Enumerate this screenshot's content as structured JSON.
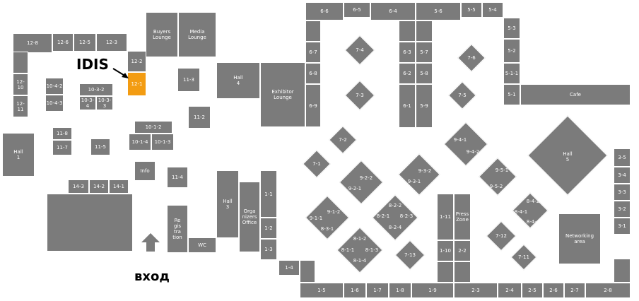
{
  "marker": {
    "label": "IDIS"
  },
  "entrance": {
    "label": "вход"
  },
  "halls": {
    "hall1": "Hall\n1",
    "hall3": "Hall\n3",
    "hall4": "Hall\n4",
    "hall5": "Hall\n5",
    "buyers": "Buyers\nLounge",
    "media": "Media\nLounge",
    "exhibitor": "Exhibitor\nLounge",
    "cafe": "Cafe",
    "info": "Info",
    "registration": "Re\ngis\ntra\ntion",
    "wc": "WC",
    "organizers": "Orga\nnizers\nOffice",
    "press": "Press\nZone",
    "networking": "Networking\narea"
  },
  "booths": {
    "b12_8": "12-8",
    "b12_6": "12-6",
    "b12_5": "12-5",
    "b12_3": "12-3",
    "b12_2": "12-2",
    "b12_1": "12-1",
    "b12_10": "12-10",
    "b12_11": "12-11",
    "b10_4_2": "10-4-2",
    "b10_4_3": "10-4-3",
    "b10_3_2": "10-3-2",
    "b10_3_4": "10-3-4",
    "b10_3_3": "10-3-3",
    "b11_3": "11-3",
    "b11_2": "11-2",
    "b11_8": "11-8",
    "b11_7": "11-7",
    "b11_5": "11-5",
    "b10_1_2": "10-1-2",
    "b10_1_4": "10-1-4",
    "b10_1_3": "10-1-3",
    "b11_4": "11-4",
    "b14_3": "14-3",
    "b14_2": "14-2",
    "b14_1": "14-1",
    "b6_6": "6-6",
    "b6_5": "6-5",
    "b6_4": "6-4",
    "b5_6": "5-6",
    "b5_5": "5-5",
    "b5_4": "5-4",
    "b6_7": "6-7",
    "b6_8": "6-8",
    "b6_9": "6-9",
    "b6_3": "6-3",
    "b6_2": "6-2",
    "b6_1": "6-1",
    "b5_7": "5-7",
    "b5_8": "5-8",
    "b5_9": "5-9",
    "b5_3": "5-3",
    "b5_2": "5-2",
    "b5_1_1": "5-1-1",
    "b5_1": "5-1",
    "b1_1": "1-1",
    "b1_2": "1-2",
    "b1_3": "1-3",
    "b1_4": "1-4",
    "b1_5": "1-5",
    "b1_6": "1-6",
    "b1_7": "1-7",
    "b1_8": "1-8",
    "b1_9": "1-9",
    "b1_10": "1-10",
    "b1_11": "1-11",
    "b2_2": "2-2",
    "b2_3": "2-3",
    "b2_4": "2-4",
    "b2_5": "2-5",
    "b2_6": "2-6",
    "b2_7": "2-7",
    "b2_8": "2-8",
    "b3_1": "3-1",
    "b3_2": "3-2",
    "b3_3": "3-3",
    "b3_4": "3-4",
    "b3_5": "3-5"
  },
  "diamonds": {
    "d7_4": "7-4",
    "d7_3": "7-3",
    "d7_6": "7-6",
    "d7_5": "7-5",
    "d7_2": "7-2",
    "d7_1": "7-1",
    "d7_12": "7-12",
    "d7_11": "7-11",
    "d7_13": "7-13",
    "d9_2_2": "9-2-2",
    "d9_2_1": "9-2-1",
    "d9_3_2": "9-3-2",
    "d9_3_1": "9-3-1",
    "d9_4_1": "9-4-1",
    "d9_4_2": "9-4-2",
    "d9_5_1": "9-5-1",
    "d9_5_2": "9-5-2",
    "d9_1_2": "9-1-2",
    "d9_1_1": "9-1-1",
    "d8_3_1": "8-3-1",
    "d8_2_2": "8-2-2",
    "d8_2_1": "8-2-1",
    "d8_2_3": "8-2-3",
    "d8_2_4": "8-2-4",
    "d8_1_2": "8-1-2",
    "d8_1_1": "8-1-1",
    "d8_1_3": "8-1-3",
    "d8_1_4": "8-1-4",
    "d8_4_2": "8-4-2",
    "d8_4_1": "8-4-1",
    "d8_4_4": "8-4-4"
  }
}
